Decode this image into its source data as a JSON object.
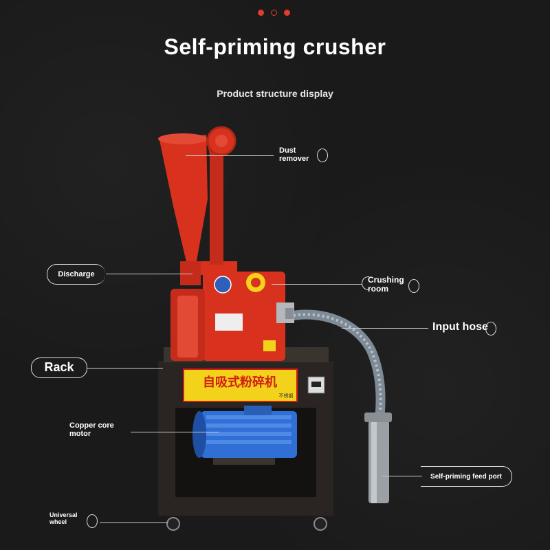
{
  "header": {
    "title": "Self-priming crusher",
    "subtitle": "Product structure display"
  },
  "labels": {
    "dust_remover": [
      "Dust",
      "remover"
    ],
    "discharge": "Discharge",
    "crushing_room": [
      "Crushing",
      "room"
    ],
    "input_hose": "Input hose",
    "rack": "Rack",
    "copper_core_motor": [
      "Copper core",
      "motor"
    ],
    "feed_port": "Self-priming feed port",
    "universal_wheel": [
      "Universal",
      "wheel"
    ]
  },
  "machine": {
    "panel_text": "自吸式粉碎机",
    "panel_subtext": "不锈钢"
  },
  "colors": {
    "accent": "#e53b2a",
    "body_red": "#d8321f",
    "frame": "#2a2522",
    "motor_blue": "#2f6fd6",
    "panel_yellow": "#f2d21a"
  }
}
